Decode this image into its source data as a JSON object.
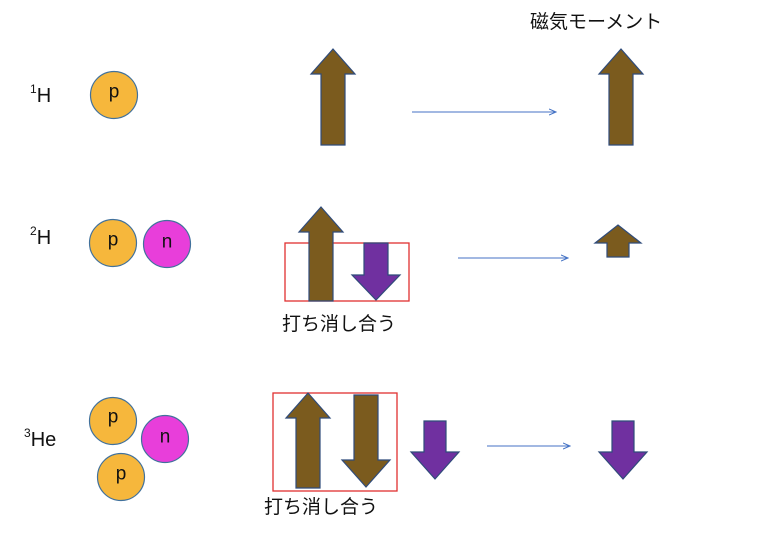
{
  "title": "磁気モーメント",
  "cancel_label": "打ち消し合う",
  "colors": {
    "proton": "#F6B73C",
    "neutron": "#E83EDA",
    "up_arrow": "#7B5B1E",
    "down_arrow": "#7030A0",
    "box": "#E03030",
    "connector": "#4472C4"
  },
  "rows": [
    {
      "isotope_mass": "1",
      "isotope_symbol": "H",
      "nucleons": [
        "p"
      ]
    },
    {
      "isotope_mass": "2",
      "isotope_symbol": "H",
      "nucleons": [
        "p",
        "n"
      ]
    },
    {
      "isotope_mass": "3",
      "isotope_symbol": "He",
      "nucleons": [
        "p",
        "n",
        "p"
      ]
    }
  ]
}
